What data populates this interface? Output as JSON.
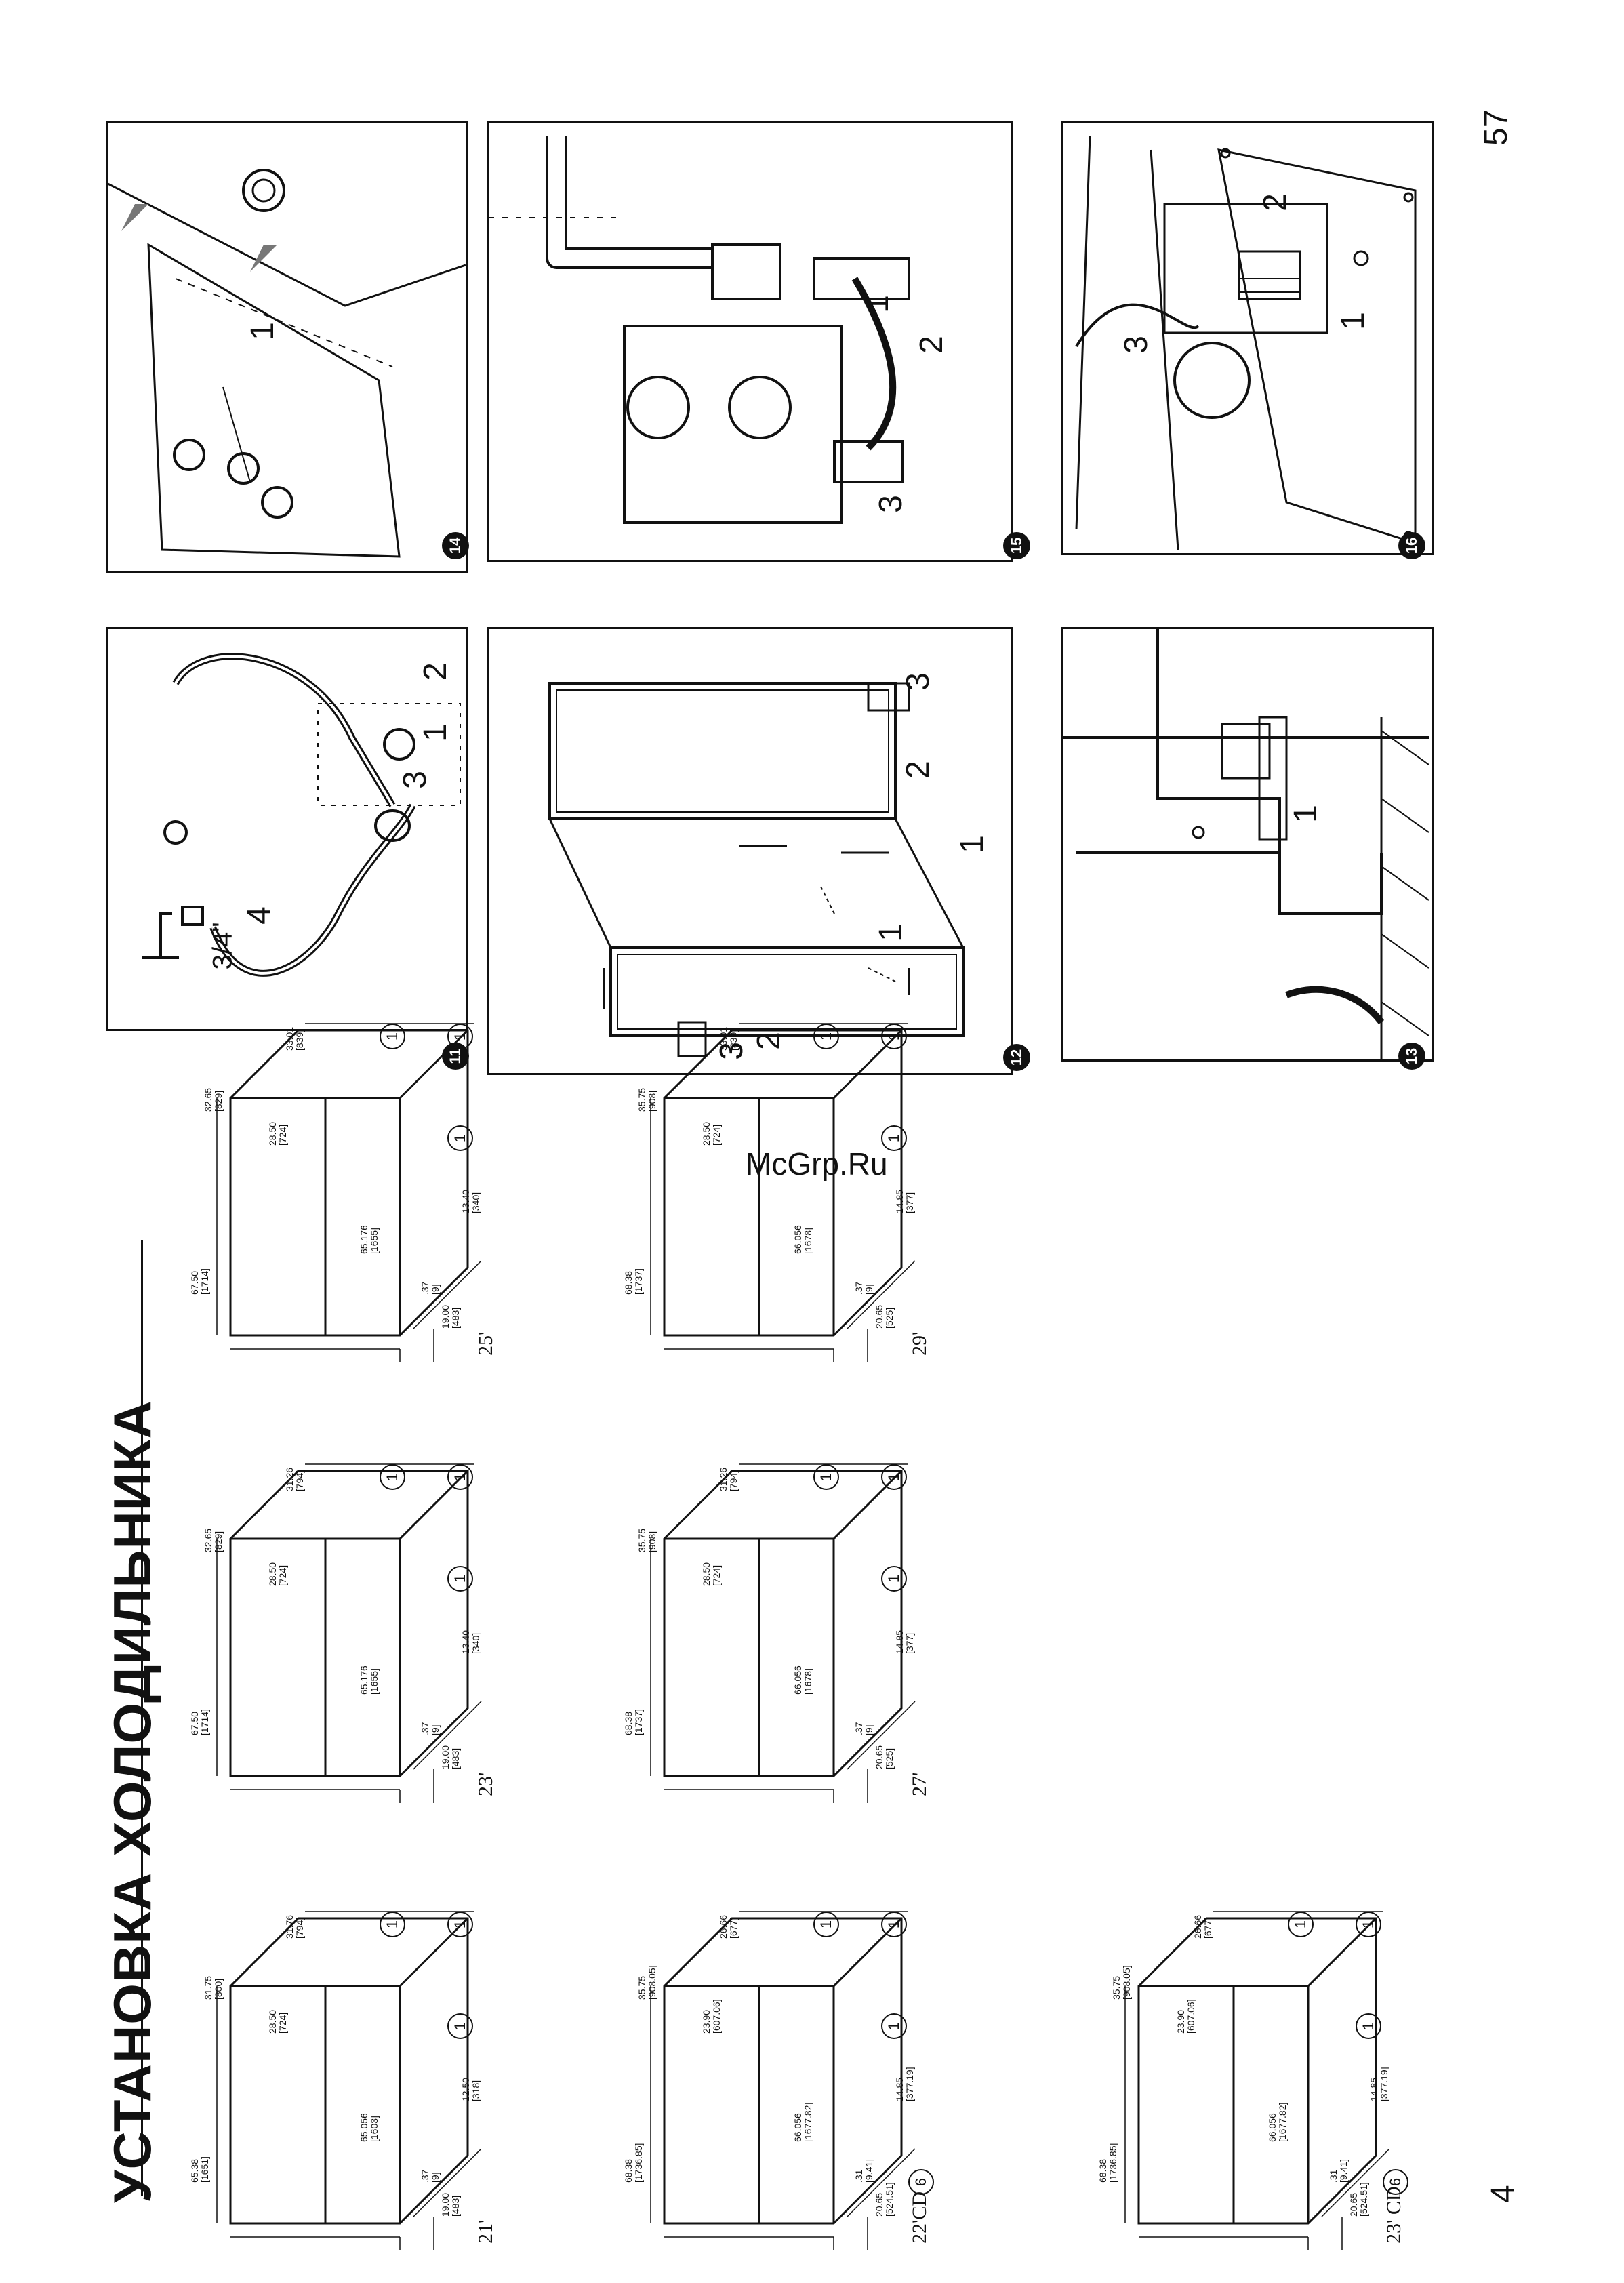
{
  "header": {
    "title": "УСТАНОВКА ХОЛОДИЛЬНИКА"
  },
  "page_numbers": {
    "left": "4",
    "right": "57"
  },
  "watermark": "McGrp.Ru",
  "icons": {
    "water-supply": "faucet-hose-icon",
    "door-hinge": "hinge-icon",
    "leveling-foot": "leveling-foot-icon",
    "valve": "water-valve-icon",
    "compressor": "compressor-icon"
  },
  "figures": {
    "f11": {
      "number": "11",
      "labels": [
        "4",
        "3/4\"",
        "3",
        "1",
        "2"
      ]
    },
    "f12": {
      "number": "12",
      "labels": [
        "1",
        "1",
        "2",
        "3",
        "2",
        "3"
      ]
    },
    "f13": {
      "number": "13",
      "labels": [
        "1"
      ]
    },
    "f14": {
      "number": "14",
      "labels": [
        "1"
      ]
    },
    "f15": {
      "number": "15",
      "labels": [
        "1",
        "2",
        "3"
      ]
    },
    "f16": {
      "number": "16",
      "labels": [
        "1",
        "3",
        "2"
      ]
    }
  },
  "cabinets": [
    {
      "size": "21'",
      "h": "65.38\n[1651]",
      "w": "31.75\n[800]",
      "d": "28.50\n[724]",
      "t": "31.76\n[794]",
      "inner": "65.056\n[1603]",
      "a": ".37\n[9]",
      "b": "19.00\n[483]",
      "c": "12.50\n[318]",
      "circle": "1"
    },
    {
      "size": "23'",
      "h": "67.50\n[1714]",
      "w": "32.65\n[829]",
      "d": "28.50\n[724]",
      "t": "31.26\n[794]",
      "inner": "65.176\n[1655]",
      "a": ".37\n[9]",
      "b": "19.00\n[483]",
      "c": "13.40\n[340]",
      "circle": "1"
    },
    {
      "size": "25'",
      "h": "67.50\n[1714]",
      "w": "32.65\n[829]",
      "d": "28.50\n[724]",
      "t": "33.01\n[839]",
      "inner": "65.176\n[1655]",
      "a": ".37\n[9]",
      "b": "19.00\n[483]",
      "c": "13.40\n[340]",
      "circle": "1"
    },
    {
      "size": "22'CD",
      "tag": "6",
      "h": "68.38\n[1736.85]",
      "w": "35.75\n[908.05]",
      "d": "23.90\n[607.06]",
      "t": "26.66\n[677]",
      "inner": "66.056\n[1677.82]",
      "a": ".31\n[9.41]",
      "b": "20.65\n[524.51]",
      "c": "14.85\n[377.19]",
      "circle": "1"
    },
    {
      "size": "27'",
      "h": "68.38\n[1737]",
      "w": "35.75\n[908]",
      "d": "28.50\n[724]",
      "t": "31.26\n[794]",
      "inner": "66.056\n[1678]",
      "a": ".37\n[9]",
      "b": "20.65\n[525]",
      "c": "14.85\n[377]",
      "circle": "1"
    },
    {
      "size": "29'",
      "h": "68.38\n[1737]",
      "w": "35.75\n[908]",
      "d": "28.50\n[724]",
      "t": "33.01\n[839]",
      "inner": "66.056\n[1678]",
      "a": ".37\n[9]",
      "b": "20.65\n[525]",
      "c": "14.85\n[377]",
      "circle": "1"
    },
    {
      "size": "23' CD",
      "tag": "6",
      "h": "68.38\n[1736.85]",
      "w": "35.75\n[908.05]",
      "d": "23.90\n[607.06]",
      "t": "26.66\n[677]",
      "inner": "66.056\n[1677.82]",
      "a": ".31\n[9.41]",
      "b": "20.65\n[524.51]",
      "c": "14.85\n[377.19]",
      "circle": "1"
    }
  ]
}
